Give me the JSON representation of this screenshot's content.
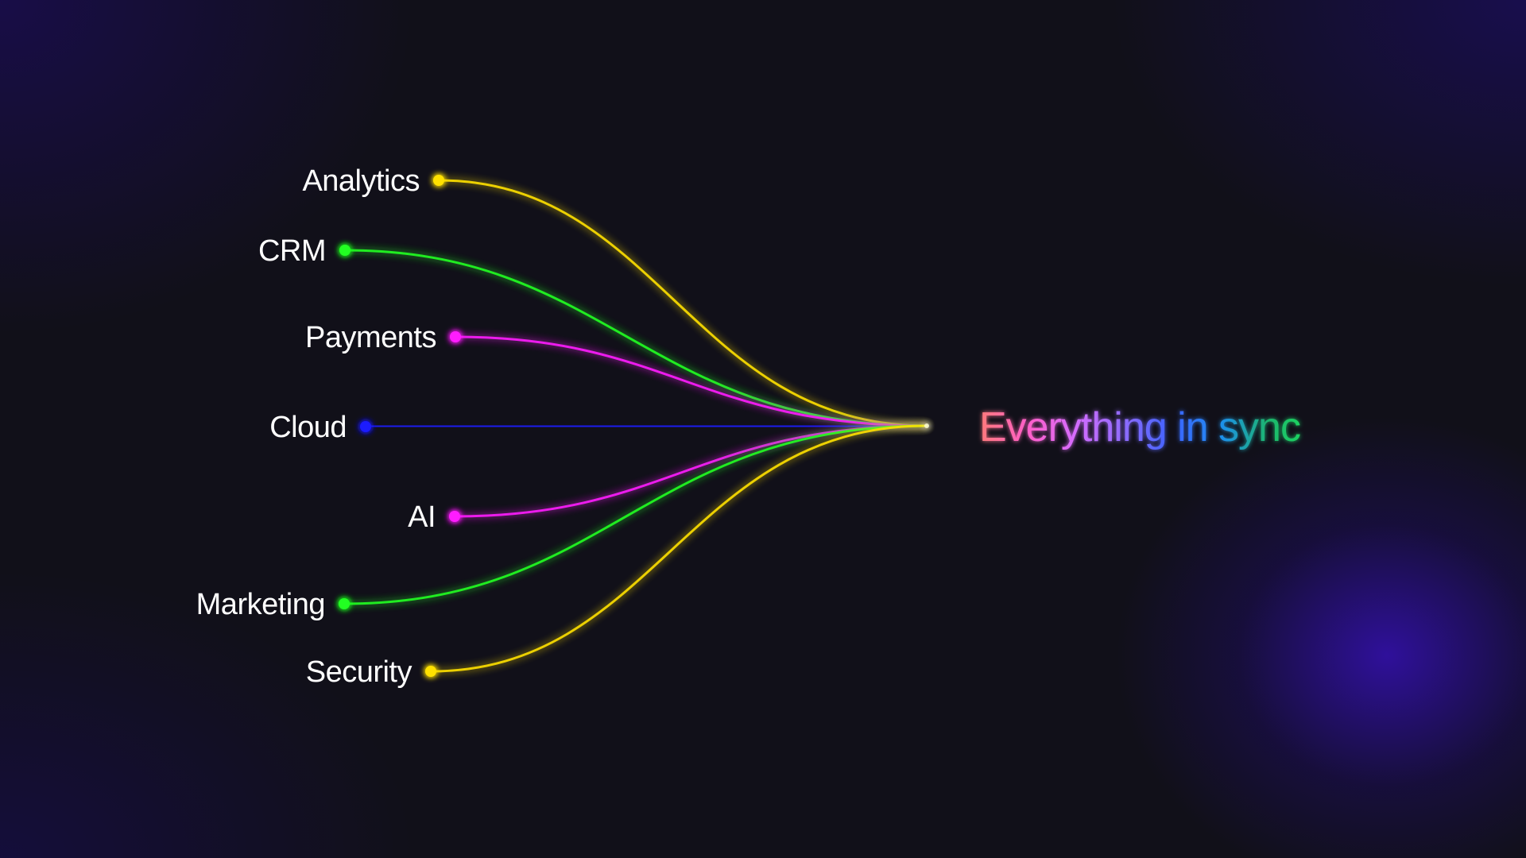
{
  "diagram": {
    "title": "Everything in sync",
    "title_gradient": [
      "#ff7a7a",
      "#ff5fc8",
      "#d56cff",
      "#8f6cff",
      "#3d63ff",
      "#1f8ef0",
      "#1fb56e",
      "#1ee05a"
    ],
    "sources": [
      {
        "label": "Analytics",
        "color": "#ffe100"
      },
      {
        "label": "CRM",
        "color": "#22ff22"
      },
      {
        "label": "Payments",
        "color": "#ff1fff"
      },
      {
        "label": "Cloud",
        "color": "#1a1aff"
      },
      {
        "label": "AI",
        "color": "#ff1fff"
      },
      {
        "label": "Marketing",
        "color": "#22ff22"
      },
      {
        "label": "Security",
        "color": "#ffe100"
      }
    ]
  }
}
